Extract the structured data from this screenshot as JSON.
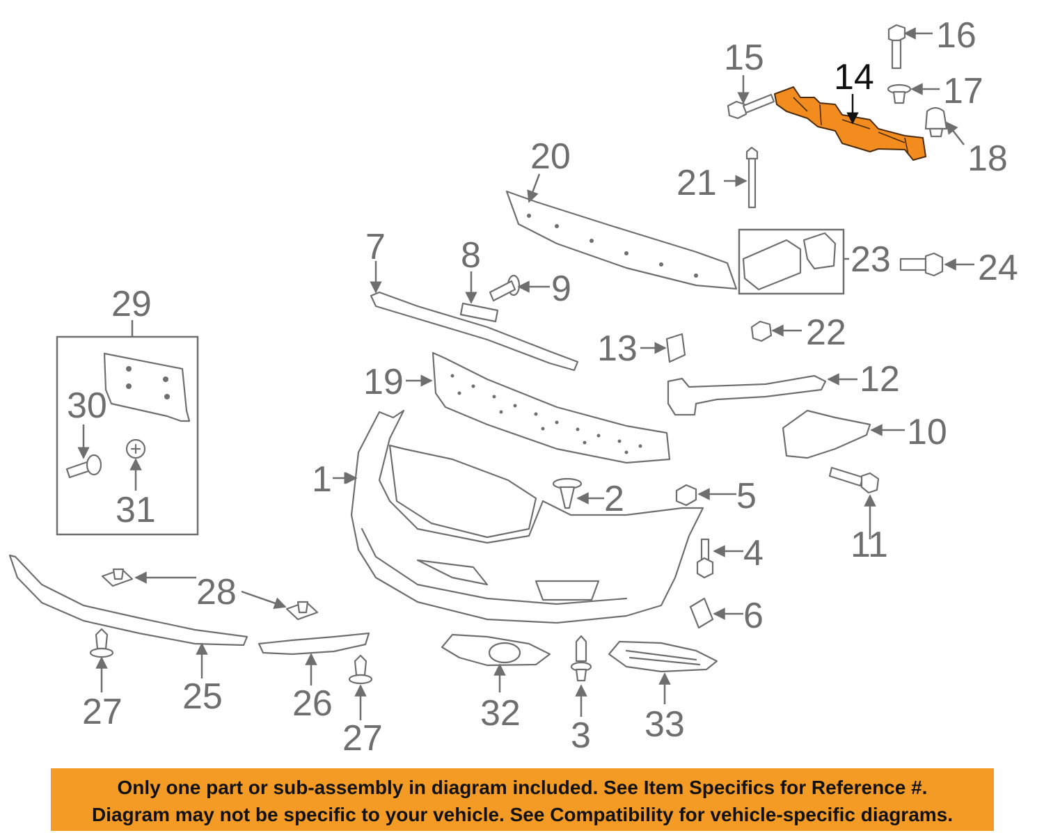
{
  "callouts": {
    "c1": "1",
    "c2": "2",
    "c3": "3",
    "c4": "4",
    "c5": "5",
    "c6": "6",
    "c7": "7",
    "c8": "8",
    "c9": "9",
    "c10": "10",
    "c11": "11",
    "c12": "12",
    "c13": "13",
    "c14": "14",
    "c15": "15",
    "c16": "16",
    "c17": "17",
    "c18": "18",
    "c19": "19",
    "c20": "20",
    "c21": "21",
    "c22": "22",
    "c23": "23",
    "c24": "24",
    "c25": "25",
    "c26": "26",
    "c27a": "27",
    "c27b": "27",
    "c28": "28",
    "c29": "29",
    "c30": "30",
    "c31": "31",
    "c32": "32",
    "c33": "33"
  },
  "highlighted_part": "14",
  "colors": {
    "highlight": "#f28c1e",
    "banner": "#f39b24",
    "linework": "#6e6e6e"
  },
  "banner": {
    "line1": "Only one part or sub-assembly in diagram included. See Item Specifics for Reference #.",
    "line2": "Diagram may not be specific to your vehicle. See Compatibility for vehicle-specific diagrams."
  }
}
